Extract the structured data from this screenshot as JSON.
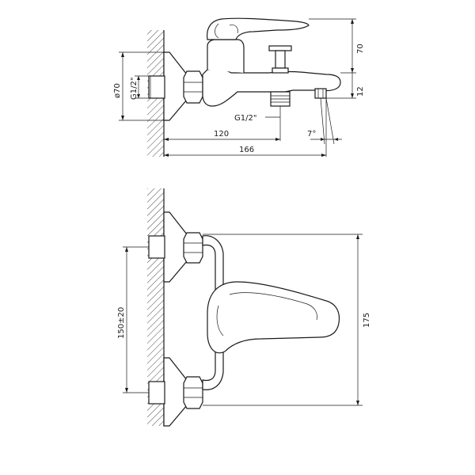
{
  "dimensions": {
    "top_view": {
      "height_top": "70",
      "height_small": "12",
      "diameter": "ø70",
      "thread_left": "G1/2\"",
      "thread_bottom": "G1/2\"",
      "length_inner": "120",
      "length_total": "166",
      "angle": "7°"
    },
    "front_view": {
      "spacing": "150±20",
      "height": "175"
    }
  }
}
